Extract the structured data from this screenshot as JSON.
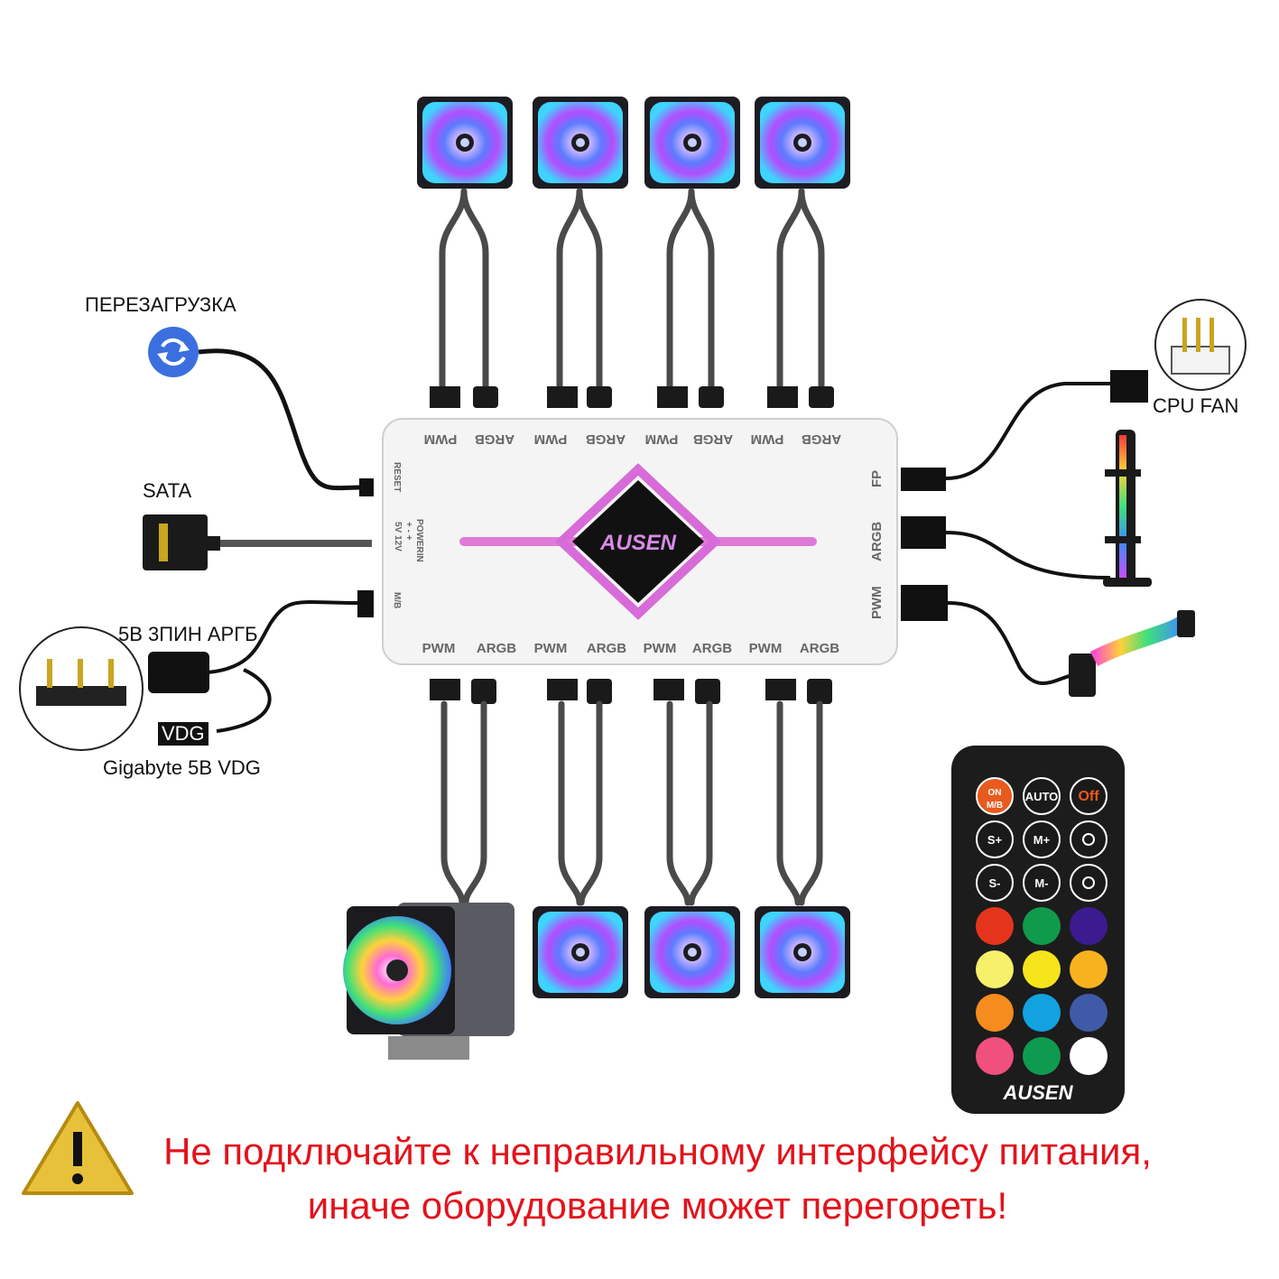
{
  "brand": "AUSEN",
  "hub": {
    "top_ports": [
      {
        "pwm": "PWM",
        "argb": "ARGB"
      },
      {
        "pwm": "PWM",
        "argb": "ARGB"
      },
      {
        "pwm": "PWM",
        "argb": "ARGB"
      },
      {
        "pwm": "PWM",
        "argb": "ARGB"
      }
    ],
    "bottom_ports": [
      {
        "pwm": "PWM",
        "argb": "ARGB"
      },
      {
        "pwm": "PWM",
        "argb": "ARGB"
      },
      {
        "pwm": "PWM",
        "argb": "ARGB"
      },
      {
        "pwm": "PWM",
        "argb": "ARGB"
      }
    ],
    "left_labels": {
      "reset": "RESET",
      "power_in": "POWERIN",
      "power_pins": "+ - +",
      "power_volts": "5V 12V",
      "mb": "M/B"
    },
    "right_labels": {
      "fp": "FP",
      "argb": "ARGB",
      "pwm": "PWM"
    }
  },
  "labels": {
    "reset": "ПЕРЕЗАГРУЗКА",
    "sata": "SATA",
    "argb_3pin": "5В 3ПИН АРГБ",
    "vdg_tag": "VDG",
    "gigabyte_vdg": "Gigabyte 5В VDG",
    "cpu_fan": "CPU FAN"
  },
  "remote": {
    "brand": "AUSEN",
    "buttons": [
      {
        "label": "ON\nM/B",
        "color": "#e85a1e"
      },
      {
        "label": "AUTO",
        "color": "#1a1a1a"
      },
      {
        "label": "Off",
        "color": "#1a1a1a"
      },
      {
        "label": "S+",
        "color": "#1a1a1a"
      },
      {
        "label": "M+",
        "color": "#1a1a1a"
      },
      {
        "label": "brightness-up-icon",
        "color": "#1a1a1a"
      },
      {
        "label": "S-",
        "color": "#1a1a1a"
      },
      {
        "label": "M-",
        "color": "#1a1a1a"
      },
      {
        "label": "brightness-down-icon",
        "color": "#1a1a1a"
      }
    ],
    "colors": [
      "#e5341c",
      "#109a4c",
      "#3b1b8f",
      "#f7f06a",
      "#f5e41a",
      "#f8b21d",
      "#f58c1d",
      "#12a2e0",
      "#3e5aa8",
      "#f0507d",
      "#0f9b4f",
      "#ffffff"
    ]
  },
  "warning": {
    "line1": "Не подключайте к неправильному интерфейсу питания,",
    "line2": "иначе оборудование может перегореть!",
    "color": "#e3121b"
  }
}
